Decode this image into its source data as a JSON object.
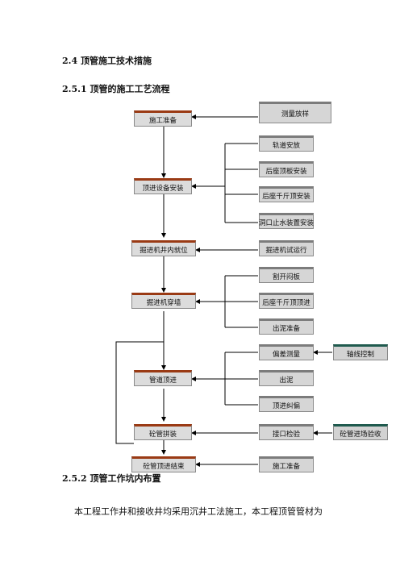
{
  "headings": {
    "h1": "2.4 顶管施工技术措施",
    "h2": "2.5.1 顶管的施工工艺流程",
    "h3": "2.5.2 顶管工作坑内布置"
  },
  "body_text": "本工程工作井和接收井均采用沉井工法施工，本工程顶管管材为",
  "flow": {
    "main_steps": [
      "施工准备",
      "顶进设备安装",
      "掘进机井内就位",
      "掘进机穿墙",
      "管道顶进",
      "砼管拼装",
      "砼管顶进结束"
    ],
    "side_steps": [
      "测量放样",
      "轨道安放",
      "后座顶板安装",
      "后座千斤顶安装",
      "洞口止水装置安装",
      "掘进机试运行",
      "割开闷板",
      "后座千斤顶顶进",
      "出泥准备",
      "偏差测量",
      "出泥",
      "顶进纠偏",
      "接口检验",
      "施工准备"
    ],
    "external_steps": [
      "轴线控制",
      "砼管进场验收"
    ]
  }
}
